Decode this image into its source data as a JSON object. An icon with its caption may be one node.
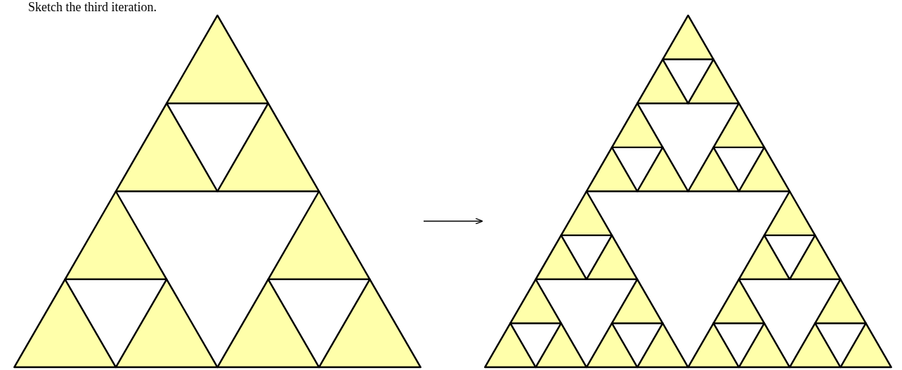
{
  "diagram": {
    "nodes": [
      {
        "text": [],
        "shape": "picture"
      },
      {
        "text": [],
        "shape": "picture"
      }
    ],
    "edges": [
      {
        "from": 0,
        "to": 1,
        "arrow": "to"
      }
    ],
    "labels": [
      "Sketch the third iteration."
    ]
  }
}
